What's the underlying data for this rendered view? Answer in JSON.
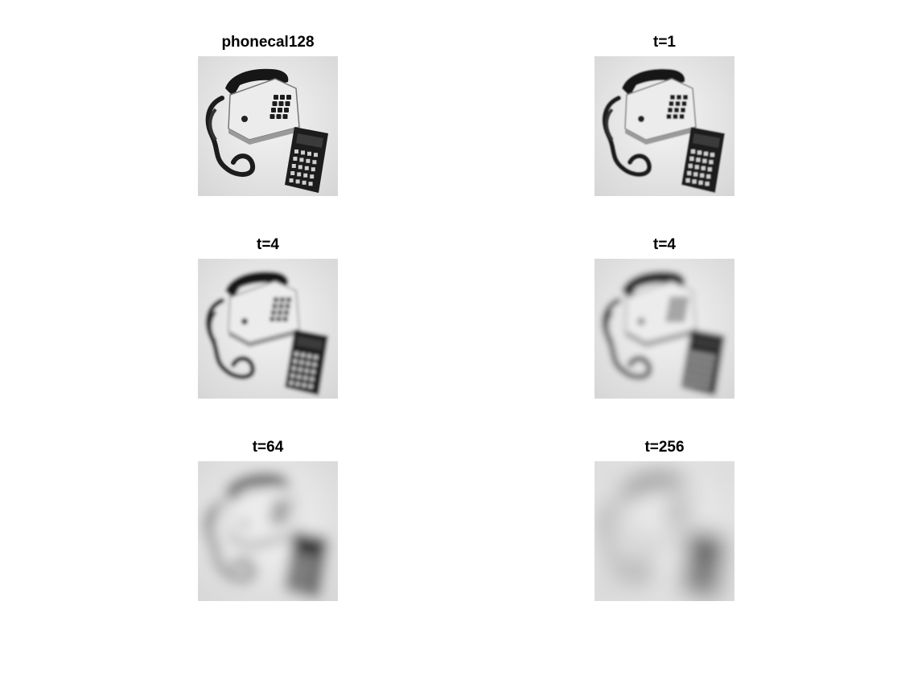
{
  "figure": {
    "panels": [
      {
        "title": "phonecal128",
        "blur": 0.2,
        "image": "phone-and-calculator-photo"
      },
      {
        "title": "t=1",
        "blur": 0.9,
        "image": "phone-and-calculator-photo"
      },
      {
        "title": "t=4",
        "blur": 2.0,
        "image": "phone-and-calculator-photo"
      },
      {
        "title": "t=4",
        "blur": 3.6,
        "image": "phone-and-calculator-photo"
      },
      {
        "title": "t=64",
        "blur": 8.0,
        "image": "phone-and-calculator-photo"
      },
      {
        "title": "t=256",
        "blur": 14.0,
        "image": "phone-and-calculator-photo"
      }
    ]
  }
}
